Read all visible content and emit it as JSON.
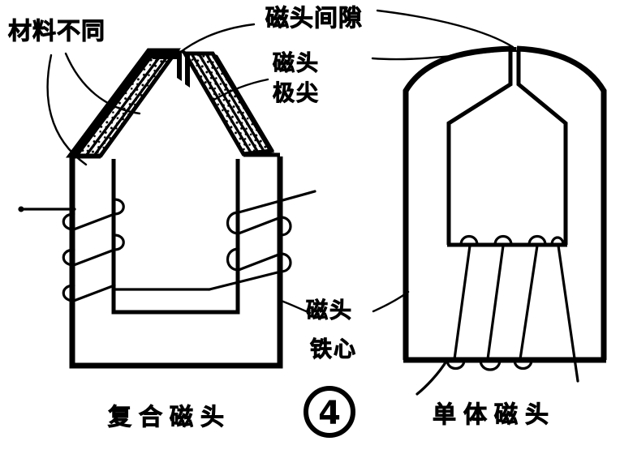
{
  "figure": {
    "figure_number": "4",
    "kind": "line-drawing",
    "subject": "magnetic-head-construction-comparison"
  },
  "labels": {
    "material_difference": "材料不同",
    "head_gap": "磁头间隙",
    "head_pole_tip_line1": "磁头",
    "head_pole_tip_line2": "极尖",
    "head_core_line1": "磁头",
    "head_core_line2": "铁心",
    "caption_left": "复合磁头",
    "caption_right": "单体磁头"
  },
  "colors": {
    "ink": "#000000",
    "paper": "#ffffff",
    "hatch": "#000000"
  },
  "diagrams": {
    "left": {
      "name": "composite-head",
      "caption": "复合磁头",
      "parts": [
        "pole-tip-left",
        "pole-tip-right",
        "core-body",
        "coil-winding-left",
        "coil-winding-right",
        "head-gap"
      ]
    },
    "right": {
      "name": "monolithic-head",
      "caption": "单体磁头",
      "parts": [
        "core-body",
        "pole-pieces",
        "coil-winding",
        "head-gap"
      ]
    }
  }
}
